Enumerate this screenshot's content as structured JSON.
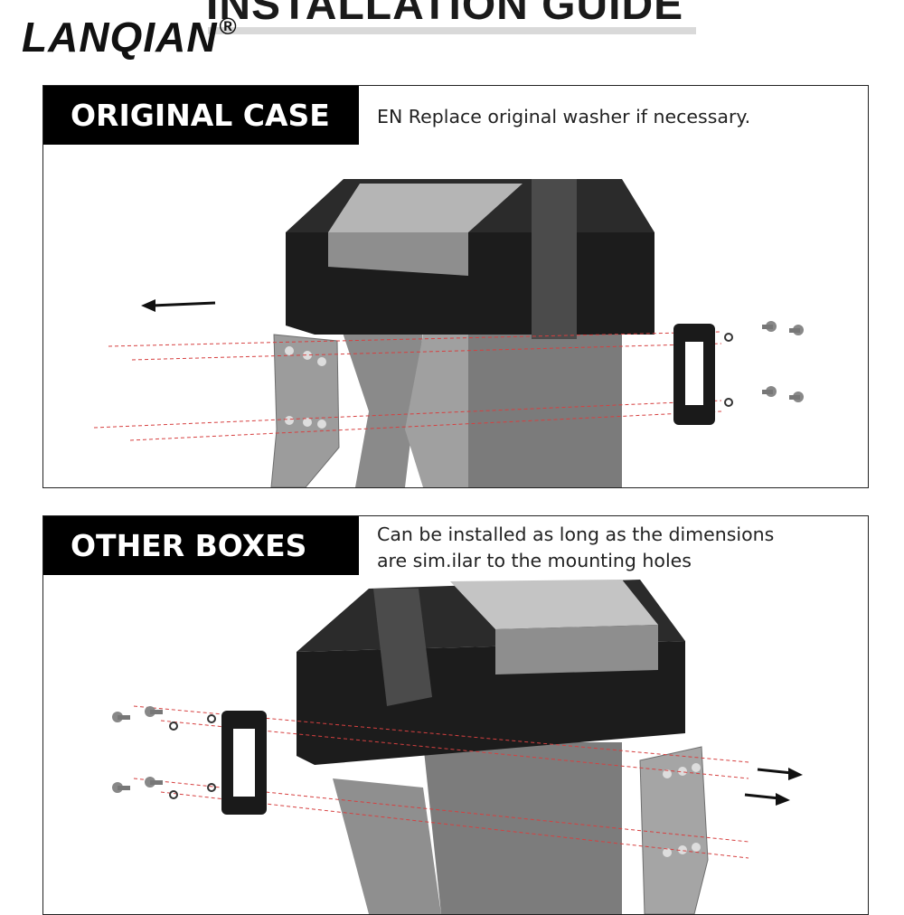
{
  "header": {
    "title": "INSTALLATION GUIDE",
    "brand": "LANQIAN",
    "brand_mark": "®"
  },
  "sections": [
    {
      "label": "ORIGINAL CASE",
      "note_lines": [
        "EN Replace original washer if necessary."
      ]
    },
    {
      "label": "OTHER BOXES",
      "note_lines": [
        "Can be installed as long as the dimensions",
        "are sim.ilar to the mounting holes"
      ]
    }
  ],
  "colors": {
    "label_bg": "#000000",
    "box_dark": "#1c1c1c",
    "box_light": "#9a9a9a",
    "bracket_gray": "#8a8a8a",
    "guide_line": "#d64040"
  },
  "icons": {
    "direction_arrow": "arrow-icon",
    "fasteners": "bolt-icon"
  }
}
